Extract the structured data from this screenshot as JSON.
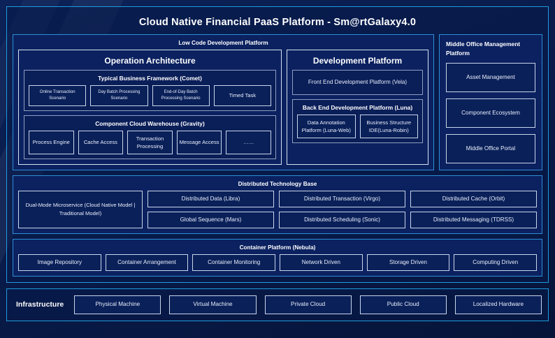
{
  "page": {
    "title": "Cloud Native Financial PaaS Platform - Sm@rtGalaxy4.0",
    "accent_color": "#1f9bdd",
    "background_color": "#0a1c4e",
    "panel_color": "#0b2160",
    "text_color": "#ffffff"
  },
  "low_code": {
    "title": "Low Code Development Platform",
    "operation_architecture": {
      "title": "Operation Architecture",
      "groups": [
        {
          "title": "Typical Business Framework (Comet)",
          "items": [
            "Online Transaction Scenario",
            "Day Batch Processing Scenario",
            "End-of-Day Batch Processing Scenario",
            "Timed Task"
          ]
        },
        {
          "title": "Component Cloud Warehouse (Gravity)",
          "items": [
            "Process Engine",
            "Cache Access",
            "Transaction Processing",
            "Message Access",
            "……"
          ]
        }
      ]
    },
    "development_platform": {
      "title": "Development Platform",
      "front_end": "Front End Development Platform (Vela)",
      "back_end": {
        "title": "Back End Development Platform (Luna)",
        "items": [
          "Data Annotation Platform (Luna-Web)",
          "Business Structure IDE(Luna-Robin)"
        ]
      }
    }
  },
  "middle_office": {
    "title": "Middle Office Management Platform",
    "items": [
      "Asset Management",
      "Component Ecosystem",
      "Middle Office Portal"
    ]
  },
  "distributed_tech_base": {
    "title": "Distributed Technology Base",
    "wide_item": "Dual-Mode Microservice (Cloud Native Model | Traditional Model)",
    "column_two": [
      "Distributed Data (Libra)",
      "Global Sequence (Mars)"
    ],
    "column_three": [
      "Distributed Transaction (Virgo)",
      "Distributed Scheduling (Sonic)"
    ],
    "column_four": [
      "Distributed Cache (Orbit)",
      "Distributed Messaging (TDRSS)"
    ]
  },
  "container_platform": {
    "title": "Container Platform (Nebula)",
    "items": [
      "Image Repository",
      "Container Arrangement",
      "Container Monitoring",
      "Network Driven",
      "Storage Driven",
      "Computing Driven"
    ]
  },
  "infrastructure": {
    "label": "Infrastructure",
    "items": [
      "Physical Machine",
      "Virtual Machine",
      "Private Cloud",
      "Public Cloud",
      "Localized Hardware"
    ]
  }
}
